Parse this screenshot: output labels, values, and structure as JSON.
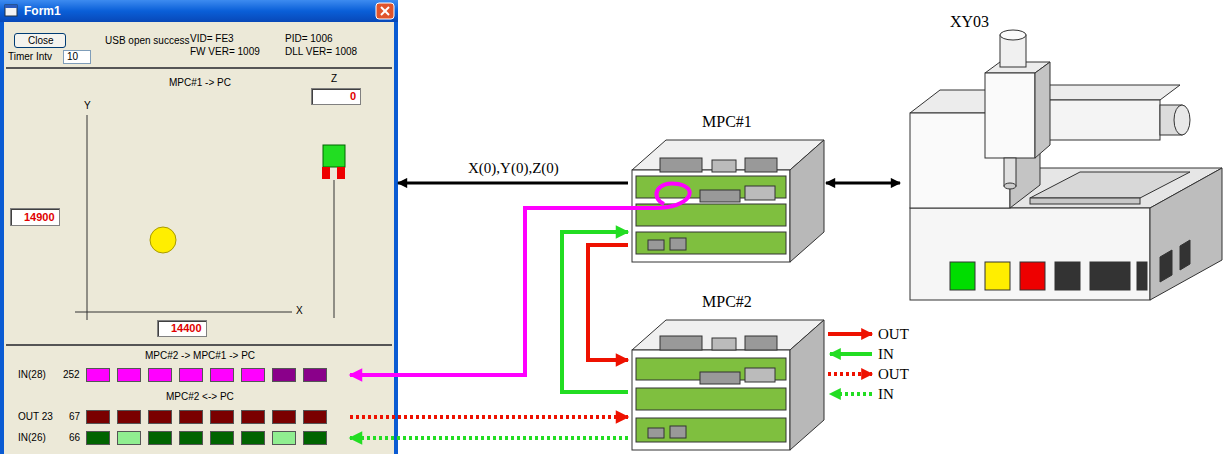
{
  "diagram": {
    "nodes": [
      {
        "text": [
          "Form1"
        ]
      },
      {
        "text": [
          "Close"
        ],
        "in": 0
      },
      {
        "text": [
          "10"
        ],
        "in": 0
      },
      {
        "text": [
          "0"
        ],
        "in": 0
      },
      {
        "text": [
          "14900"
        ],
        "in": 0
      },
      {
        "text": [
          "14400"
        ],
        "in": 0
      },
      {
        "text": [
          "IN(28)",
          "252"
        ],
        "in": 0
      },
      {
        "text": [
          "OUT 23",
          "67"
        ],
        "in": 0
      },
      {
        "text": [
          "IN(26)",
          "66"
        ],
        "in": 0
      },
      {
        "text": [
          "MPC#1"
        ]
      },
      {
        "text": [
          "MPC#2"
        ]
      },
      {
        "text": [
          "XY03"
        ]
      }
    ],
    "edges": [
      {
        "from": 9,
        "to": 0,
        "label": "X(0),Y(0),Z(0)",
        "arrow": "to"
      },
      {
        "from": 9,
        "to": 11,
        "arrow": "both"
      },
      {
        "from": 9,
        "to": 6,
        "arrow": "to"
      },
      {
        "from": 9,
        "to": 10,
        "arrow": "to"
      },
      {
        "from": 10,
        "to": 9,
        "arrow": "to"
      },
      {
        "from": 7,
        "to": 10,
        "arrow": "to"
      },
      {
        "from": 10,
        "to": 8,
        "arrow": "to"
      }
    ],
    "labels": [
      "Timer Intv",
      "USB open success",
      "VID= FE3",
      "FW VER= 1009",
      "PID= 1006",
      "DLL VER= 1008",
      "MPC#1 -> PC",
      "Y",
      "Z",
      "X",
      "MPC#2 -> MPC#1 -> PC",
      "MPC#2 <-> PC",
      "OUT",
      "IN",
      "OUT",
      "IN"
    ]
  }
}
